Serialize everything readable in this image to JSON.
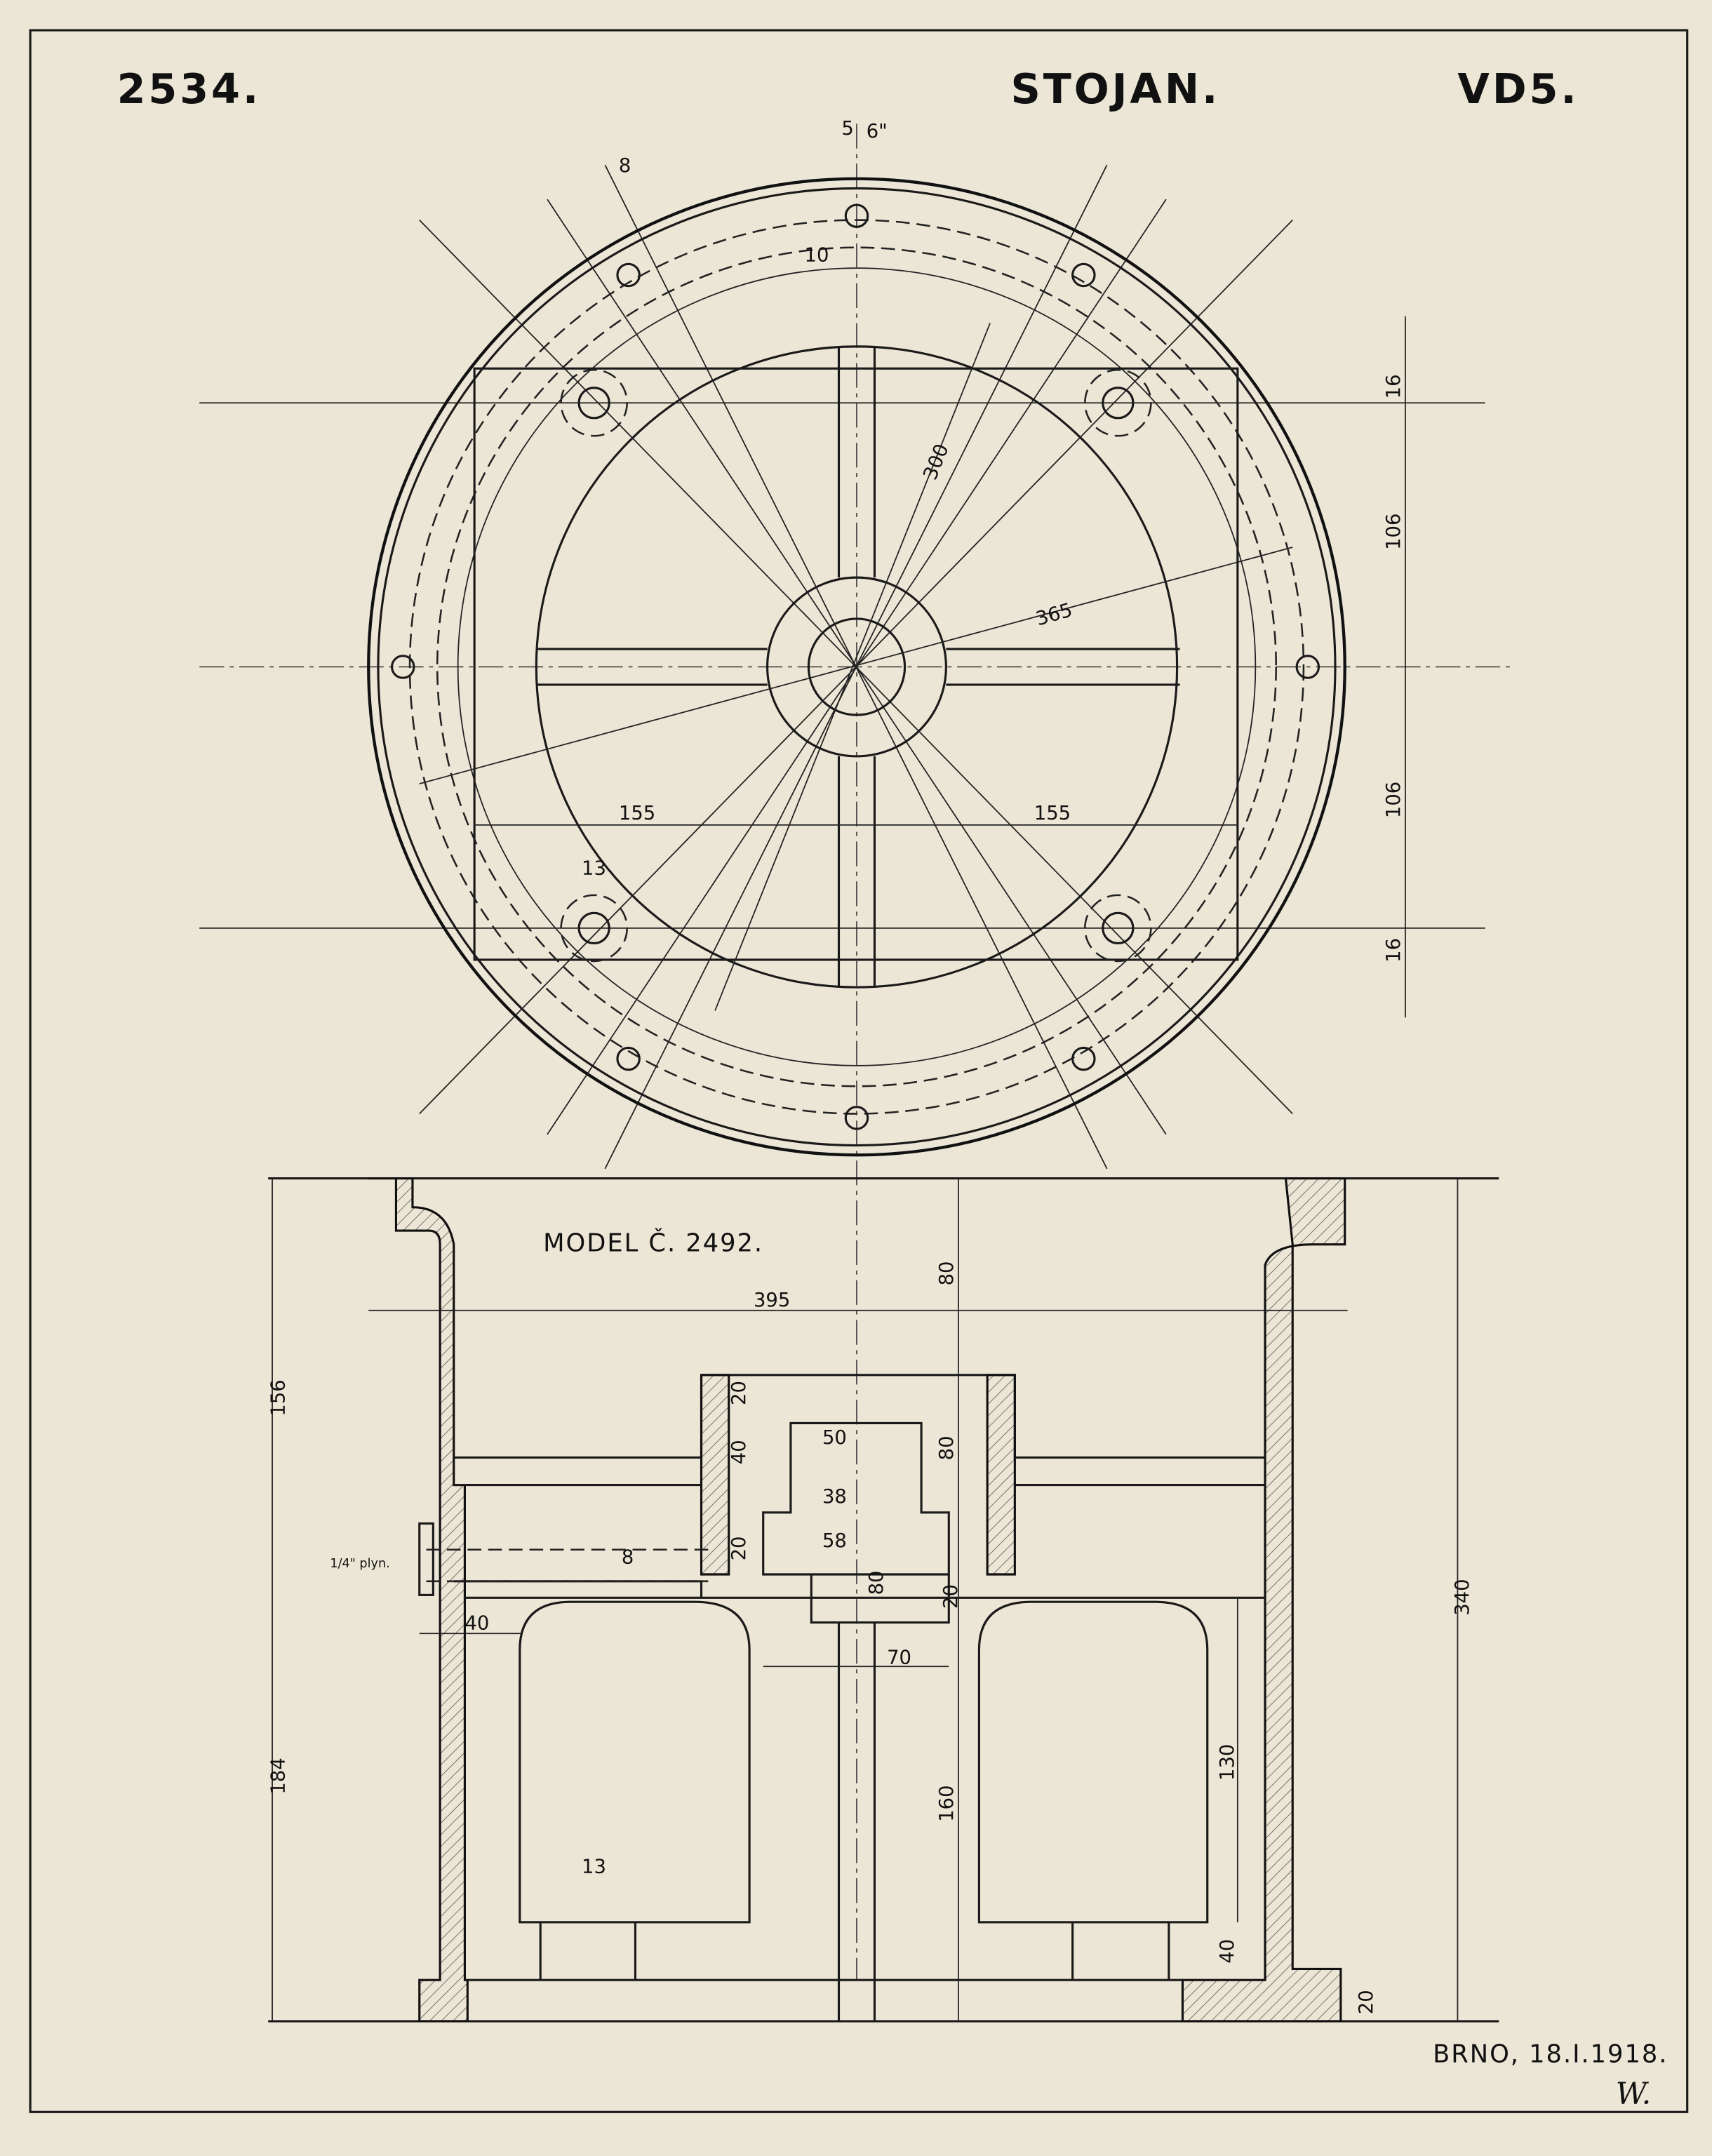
{
  "header": {
    "number": "2534.",
    "name": "STOJAN.",
    "code": "VD5."
  },
  "plan_view": {
    "dims": {
      "bolt_hole_offset": "8",
      "slot_width": "5",
      "slot_thread": "6\"",
      "slot_depth": "10",
      "diameter_inner": "300",
      "diameter_outer": "365",
      "right_top_small": "16",
      "right_upper": "106",
      "right_lower": "106",
      "right_bottom_small": "16",
      "half_width_left": "155",
      "half_width_right": "155",
      "hole_dia": "13"
    }
  },
  "section_view": {
    "model_label": "MODEL Č. 2492.",
    "dims": {
      "flange_span": "395",
      "upper_height": "156",
      "lower_height": "184",
      "total_height": "340",
      "top_depth": "80",
      "boss_40": "40",
      "boss_20_top": "20",
      "bore_50": "50",
      "bore_80": "80",
      "bore_38": "38",
      "bore_58": "58",
      "boss_20_mid": "20",
      "pipe_8": "8",
      "bore_depth_80": "80",
      "boss_20_bottom": "20",
      "base_70": "70",
      "pipe_thread": "1/4\" plyn.",
      "side_40": "40",
      "rib_160": "160",
      "window_130": "130",
      "window_40": "40",
      "foot_20": "20",
      "hole_13": "13"
    }
  },
  "footer": {
    "place_date": "BRNO, 18.I.1918.",
    "signature": "W."
  }
}
